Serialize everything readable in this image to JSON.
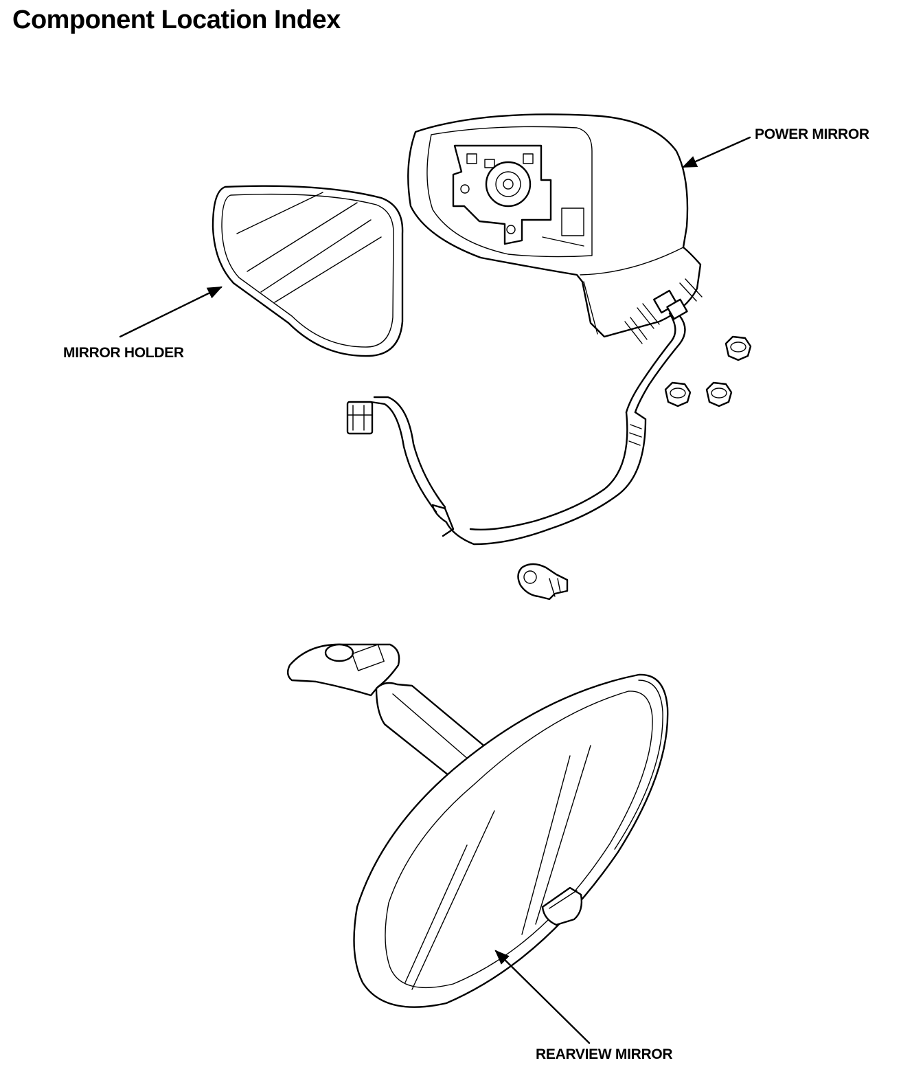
{
  "page": {
    "title": "Component Location Index"
  },
  "callouts": {
    "power_mirror": "POWER MIRROR",
    "mirror_holder": "MIRROR HOLDER",
    "rearview_mirror": "REARVIEW MIRROR"
  },
  "colors": {
    "line": "#000000",
    "background": "#ffffff"
  }
}
